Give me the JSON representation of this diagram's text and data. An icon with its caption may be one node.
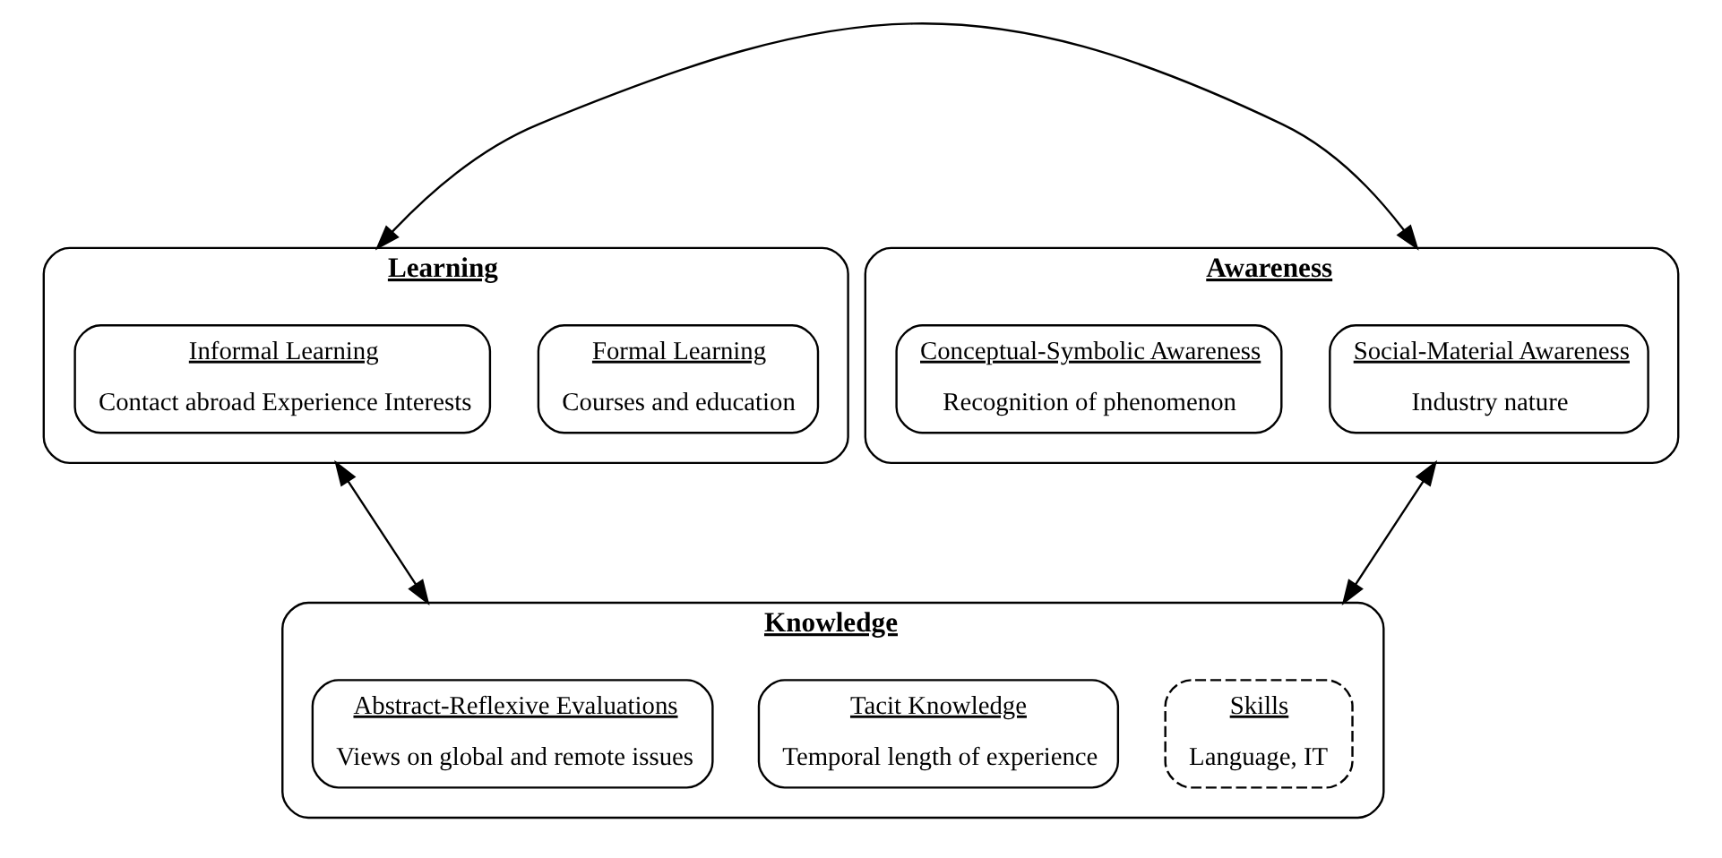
{
  "diagram": {
    "nodes": [
      {
        "text": [
          "Learning"
        ]
      },
      {
        "text": [
          "Formal Learning",
          "Courses and education"
        ],
        "in": 0
      },
      {
        "text": [
          "Informal Learning",
          "Contact abroad Experience Interests"
        ],
        "in": 0
      },
      {
        "text": [
          "Awareness"
        ]
      },
      {
        "text": [
          "Social-Material Awareness",
          "Industry nature"
        ],
        "in": 3
      },
      {
        "text": [
          "Conceptual-Symbolic Awareness",
          "Recognition of phenomenon"
        ],
        "in": 3
      },
      {
        "text": [
          "Knowledge"
        ]
      },
      {
        "text": [
          "Abstract-Reflexive Evaluations",
          "Views on global and remote issues"
        ],
        "in": 6
      },
      {
        "text": [
          "Tacit Knowledge",
          "Temporal length of experience"
        ],
        "in": 6
      },
      {
        "text": [
          "Skills",
          "Language, IT"
        ],
        "in": 6
      }
    ],
    "edges": [
      {
        "from": 0,
        "to": 3,
        "arrow": "both"
      },
      {
        "from": 0,
        "to": 6,
        "arrow": "both"
      },
      {
        "from": 3,
        "to": 6,
        "arrow": "both"
      }
    ]
  }
}
